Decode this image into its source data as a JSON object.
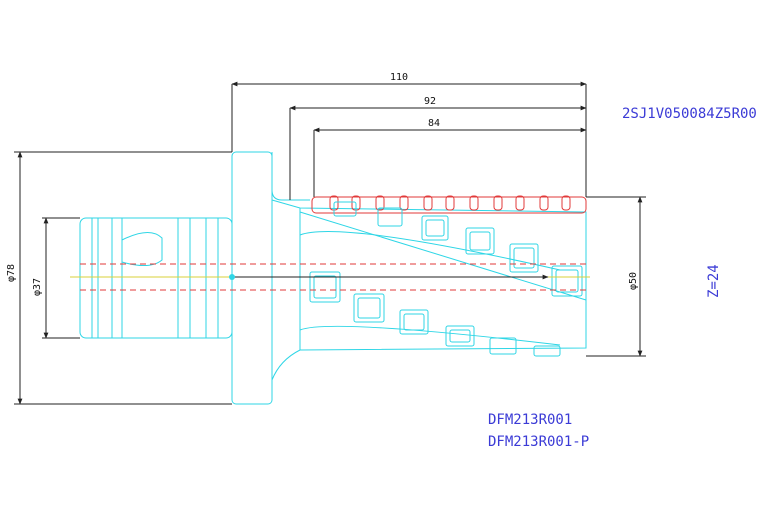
{
  "dimensions": {
    "overall_length": "110",
    "length_92": "92",
    "length_84": "84",
    "dia_78": "φ78",
    "dia_37": "φ37",
    "dia_50": "φ50"
  },
  "annotations": {
    "part_code": "2SJ1V050084Z5R00",
    "teeth": "Z=24",
    "drawing_no": "DFM213R001",
    "drawing_no_p": "DFM213R001-P"
  },
  "colors": {
    "geometry": "#2fd6e6",
    "dimension_line": "#222222",
    "hidden_line": "#e23a3a",
    "center_line": "#d9d23a",
    "text_annotation": "#3b3bd6"
  }
}
